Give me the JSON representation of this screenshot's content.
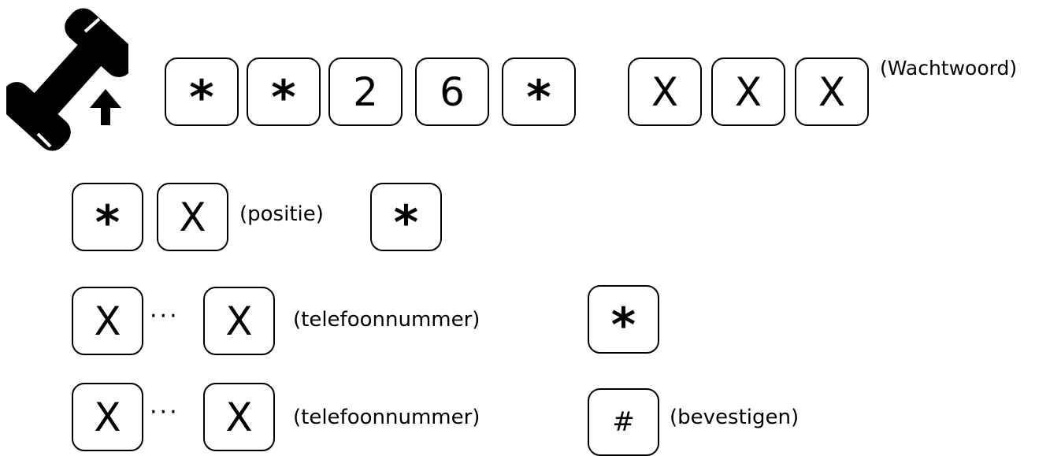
{
  "icons": {
    "handset": "phone-handset-icon",
    "arrow": "arrow-up-icon"
  },
  "row1": {
    "keys": [
      "*",
      "*",
      "2",
      "6",
      "*"
    ],
    "password_keys": [
      "X",
      "X",
      "X"
    ],
    "password_label": "(Wachtwoord)"
  },
  "row2": {
    "key_star_1": "*",
    "key_position": "X",
    "position_label": "(positie)",
    "key_star_2": "*"
  },
  "row3": {
    "key_first": "X",
    "dots": "···",
    "key_last": "X",
    "number_label": "(telefoonnummer)",
    "key_star": "*"
  },
  "row4": {
    "key_first": "X",
    "dots": "···",
    "key_last": "X",
    "number_label": "(telefoonnummer)",
    "key_hash": "#",
    "confirm_label": "(bevestigen)"
  }
}
